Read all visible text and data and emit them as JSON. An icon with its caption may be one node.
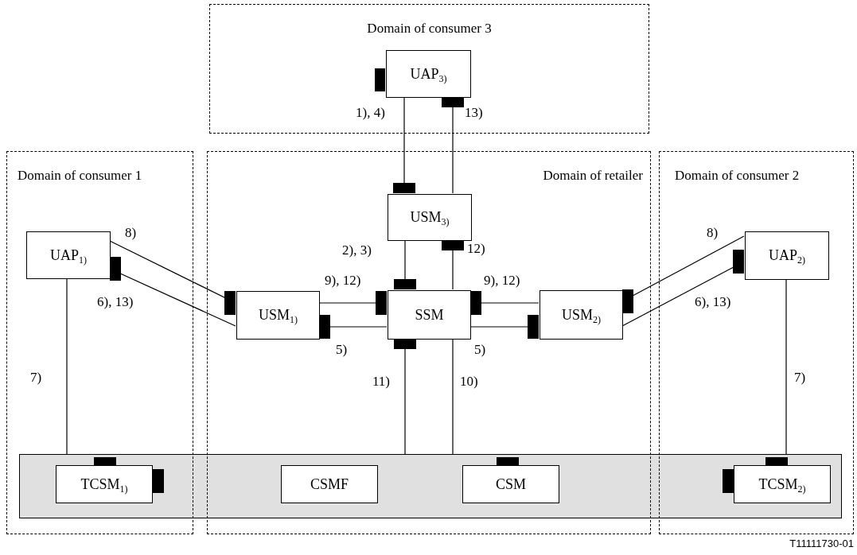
{
  "diagram": {
    "nodes": [
      {
        "text": [
          "Domain of consumer 3"
        ]
      },
      {
        "text": [
          "UAP$_{3)}$"
        ],
        "in": 0
      },
      {
        "text": [
          "Domain of consumer 1"
        ]
      },
      {
        "text": [
          "UAP$_{1)}$"
        ],
        "in": 2
      },
      {
        "text": [
          "Domain of retailer"
        ]
      },
      {
        "text": [
          "USM$_{3)}$"
        ],
        "in": 4
      },
      {
        "text": [
          "USM$_{1)}$"
        ],
        "in": 4
      },
      {
        "text": [
          "SSM"
        ],
        "in": 4
      },
      {
        "text": [
          "USM$_{2)}$"
        ],
        "in": 4
      },
      {
        "text": [
          "Domain of consumer 2"
        ]
      },
      {
        "text": [
          "UAP$_{2)}$"
        ],
        "in": 9
      },
      {
        "text": [],
        "shape": "box"
      },
      {
        "text": [
          "TCSM$_{1)}$"
        ]
      },
      {
        "text": [
          "CSMF"
        ]
      },
      {
        "text": [
          "CSM"
        ]
      },
      {
        "text": [
          "TCSM$_{2)}$"
        ]
      }
    ],
    "edges": [
      {
        "from": 1,
        "to": 5,
        "arrow": "other",
        "label": "1), 4)"
      },
      {
        "from": 5,
        "to": 1,
        "arrow": "other",
        "label": "13)"
      },
      {
        "from": 5,
        "to": 7,
        "arrow": "other",
        "label": "2), 3)"
      },
      {
        "from": 7,
        "to": 5,
        "arrow": "other",
        "label": "12)"
      },
      {
        "from": 6,
        "to": 7,
        "arrow": "other",
        "label": "9), 12)"
      },
      {
        "from": 7,
        "to": 6,
        "arrow": "other",
        "label": "5)"
      },
      {
        "from": 3,
        "to": 6,
        "arrow": "other",
        "label": "8)"
      },
      {
        "from": 6,
        "to": 3,
        "arrow": "other",
        "label": "6), 13)"
      },
      {
        "from": 8,
        "to": 7,
        "arrow": "other",
        "label": "9), 12)"
      },
      {
        "from": 7,
        "to": 8,
        "arrow": "other",
        "label": "5)"
      },
      {
        "from": 10,
        "to": 8,
        "arrow": "other",
        "label": "8)"
      },
      {
        "from": 8,
        "to": 10,
        "arrow": "other",
        "label": "6), 13)"
      },
      {
        "from": 3,
        "to": 11,
        "arrow": "none",
        "label": "7)"
      },
      {
        "from": 10,
        "to": 11,
        "arrow": "none",
        "label": "7)"
      },
      {
        "from": 11,
        "to": 7,
        "arrow": "other",
        "label": "11)"
      },
      {
        "from": 7,
        "to": 11,
        "arrow": "none",
        "label": "10)"
      }
    ],
    "labels": [
      "T11111730-01"
    ]
  }
}
